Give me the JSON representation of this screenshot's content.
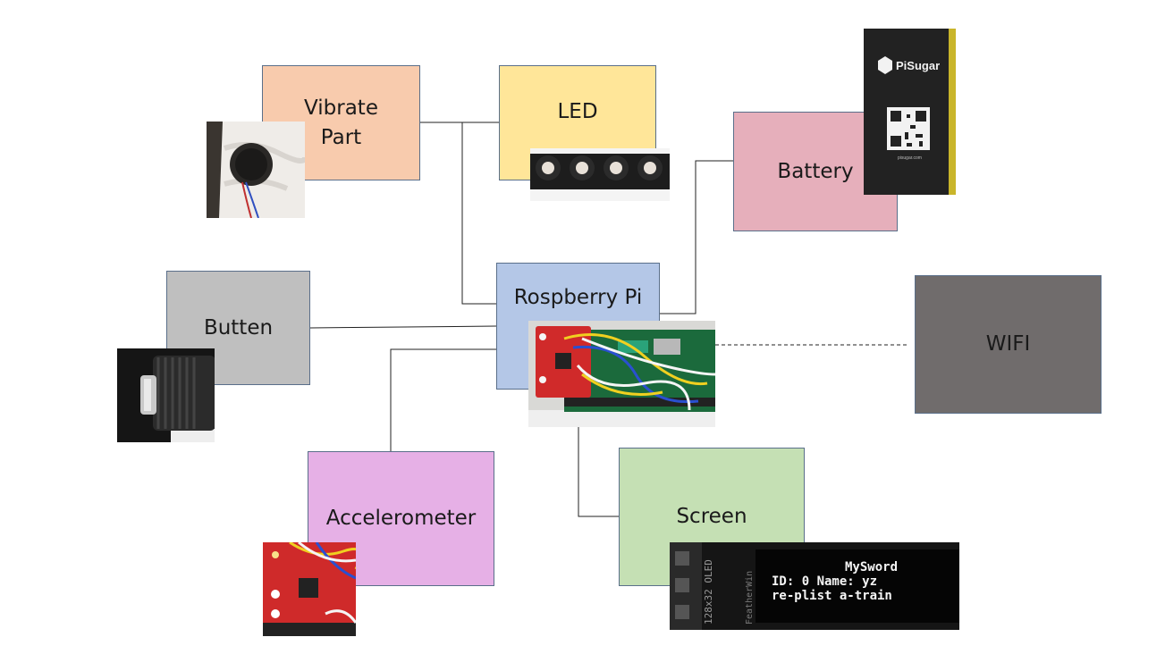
{
  "nodes": {
    "vibrate": {
      "label": "Vibrate\nPart",
      "color": "#f8cbad"
    },
    "led": {
      "label": "LED",
      "color": "#ffe699"
    },
    "battery": {
      "label": "Battery",
      "color": "#e6afbb"
    },
    "butten": {
      "label": "Butten",
      "color": "#bfbfbf"
    },
    "pi": {
      "label": "Rospberry Pi",
      "color": "#b4c7e7"
    },
    "wifi": {
      "label": "WIFI",
      "color": "#706c6c"
    },
    "accelerometer": {
      "label": "Accelerometer",
      "color": "#e6b0e6"
    },
    "screen": {
      "label": "Screen",
      "color": "#c5e0b4"
    }
  },
  "photos": {
    "pisugar_brand": "PiSugar",
    "pisugar_url": "pisugar.com",
    "oled_side": "128x32 OLED",
    "oled_brand": "FeatherWin",
    "oled_lines": [
      "MySword",
      "ID: 0  Name: yz",
      "re-plist  a-train"
    ]
  }
}
